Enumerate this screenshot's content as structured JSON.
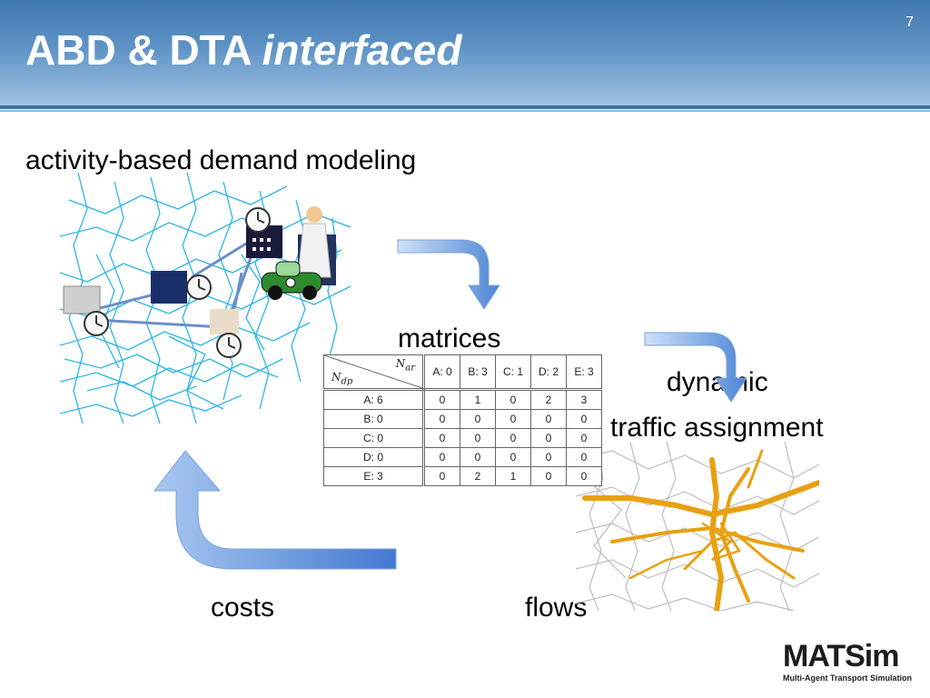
{
  "slide": {
    "number": "7",
    "title_main": "ABD & DTA",
    "title_italic": "interfaced"
  },
  "labels": {
    "abd": "activity-based demand modeling",
    "matrices": "matrices",
    "dynamic": "dynamic",
    "traffic_assignment": "traffic assignment",
    "costs": "costs",
    "flows": "flows"
  },
  "matrix": {
    "corner_top": "N",
    "corner_top_sub": "ar",
    "corner_bottom": "N",
    "corner_bottom_sub": "dp",
    "columns": [
      "A: 0",
      "B: 3",
      "C: 1",
      "D: 2",
      "E: 3"
    ],
    "rows": [
      {
        "label": "A: 6",
        "values": [
          "0",
          "1",
          "0",
          "2",
          "3"
        ]
      },
      {
        "label": "B: 0",
        "values": [
          "0",
          "0",
          "0",
          "0",
          "0"
        ]
      },
      {
        "label": "C: 0",
        "values": [
          "0",
          "0",
          "0",
          "0",
          "0"
        ]
      },
      {
        "label": "D: 0",
        "values": [
          "0",
          "0",
          "0",
          "0",
          "0"
        ]
      },
      {
        "label": "E: 3",
        "values": [
          "0",
          "2",
          "1",
          "0",
          "0"
        ]
      }
    ]
  },
  "logo": {
    "name": "MATSim",
    "tagline": "Multi-Agent Transport Simulation"
  },
  "colors": {
    "header": "#4a7fb5",
    "network_blue": "#2cb5e8",
    "flow_orange": "#e8a010",
    "arrow_blue": "#5b93d8"
  }
}
